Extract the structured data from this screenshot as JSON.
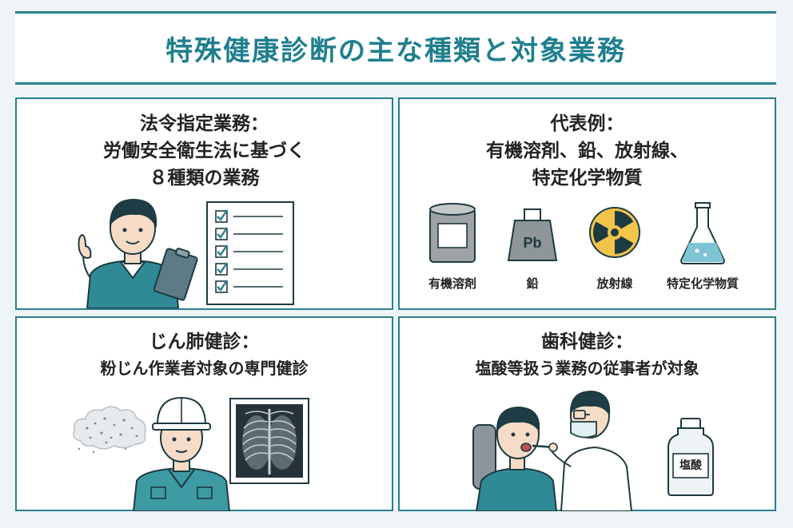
{
  "title": "特殊健康診断の主な種類と対象業務",
  "panels": {
    "statutory": {
      "line1": "法令指定業務：",
      "line2": "労働安全衛生法に基づく",
      "line3": "８種類の業務"
    },
    "examples": {
      "line1": "代表例：",
      "line2": "有機溶剤、鉛、放射線、",
      "line3": "特定化学物質",
      "items": [
        {
          "label": "有機溶剤",
          "icon": "solvent-can-icon"
        },
        {
          "label": "鉛",
          "icon": "lead-weight-icon"
        },
        {
          "label": "放射線",
          "icon": "radiation-icon"
        },
        {
          "label": "特定化学物質",
          "icon": "flask-icon"
        }
      ],
      "lead_symbol": "Pb"
    },
    "pneumoconiosis": {
      "line1": "じん肺健診：",
      "line2": "粉じん作業者対象の専門健診"
    },
    "dental": {
      "line1": "歯科健診：",
      "line2": "塩酸等扱う業務の従事者が対象",
      "bottle_label": "塩酸"
    }
  },
  "colors": {
    "accent": "#2a7f8c",
    "title_text": "#1f7f8d",
    "sweater": "#2f8a95",
    "check": "#2a7f8c",
    "radiation_yellow": "#f3c44a"
  }
}
